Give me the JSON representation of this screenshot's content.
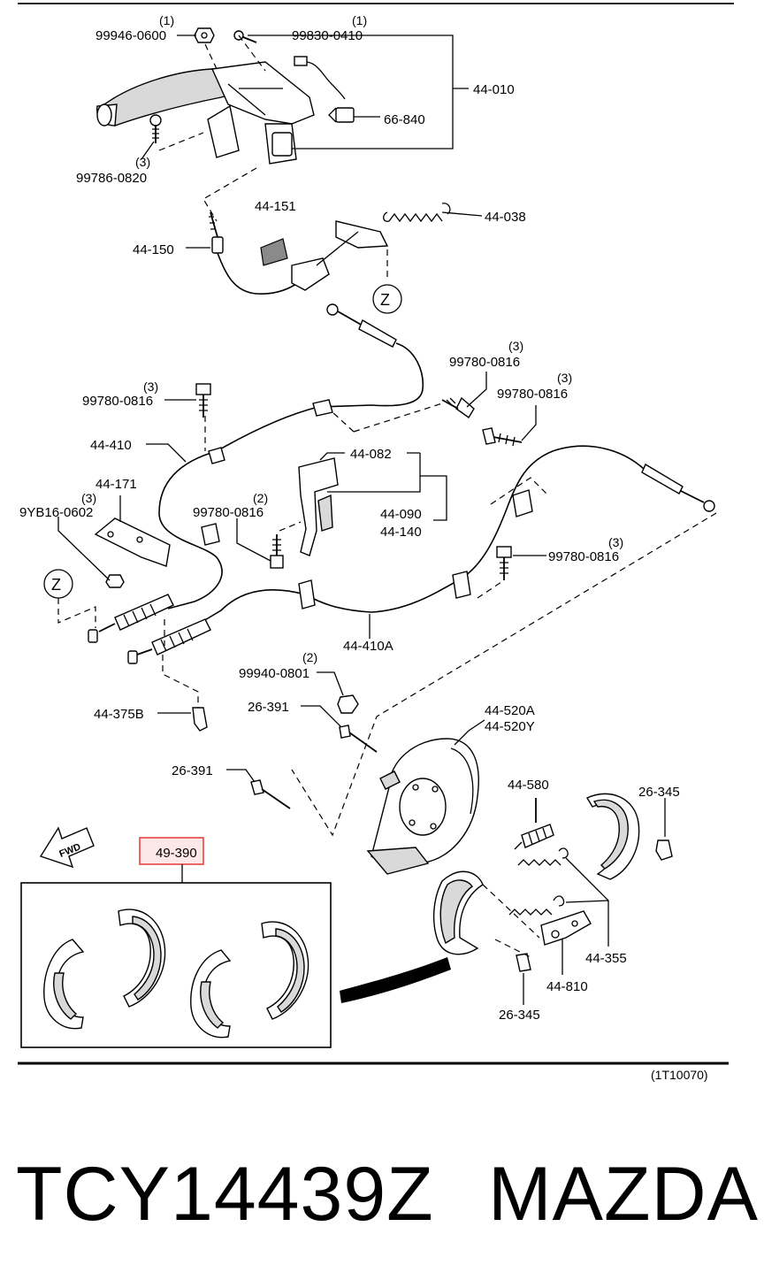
{
  "diagram": {
    "part_labels": {
      "p99946_0600": "99946-0600",
      "q99946_0600": "(1)",
      "p99830_0410": "99830-0410",
      "q99830_0410": "(1)",
      "p44_010": "44-010",
      "p66_840": "66-840",
      "p99786_0820": "99786-0820",
      "q99786_0820": "(3)",
      "p44_151": "44-151",
      "p44_038": "44-038",
      "p44_150": "44-150",
      "zA": "Z",
      "p99780_0816_a": "99780-0816",
      "q99780_0816_a": "(3)",
      "p99780_0816_b": "99780-0816",
      "q99780_0816_b": "(3)",
      "p99780_0816_c": "99780-0816",
      "q99780_0816_c": "(3)",
      "p44_410": "44-410",
      "p44_082": "44-082",
      "p44_171": "44-171",
      "p9yb16_0602": "9YB16-0602",
      "q9yb16_0602": "(3)",
      "p99780_0816_d": "99780-0816",
      "q99780_0816_d": "(2)",
      "p44_090": "44-090",
      "p44_140": "44-140",
      "p99780_0816_e": "99780-0816",
      "q99780_0816_e": "(3)",
      "zB": "Z",
      "p44_410a": "44-410A",
      "p99940_0801": "99940-0801",
      "q99940_0801": "(2)",
      "p26_391_a": "26-391",
      "p44_520a": "44-520A",
      "p44_520y": "44-520Y",
      "p44_375b": "44-375B",
      "p26_391_b": "26-391",
      "p44_580": "44-580",
      "p26_345_a": "26-345",
      "fwd": "FWD",
      "p49_390": "49-390",
      "p44_355": "44-355",
      "p44_810": "44-810",
      "p26_345_b": "26-345",
      "figure_ref": "(1T10070)"
    },
    "highlight_color": "#e53935"
  },
  "footer": {
    "part_number": "TCY14439Z",
    "brand": "MAZDA"
  }
}
